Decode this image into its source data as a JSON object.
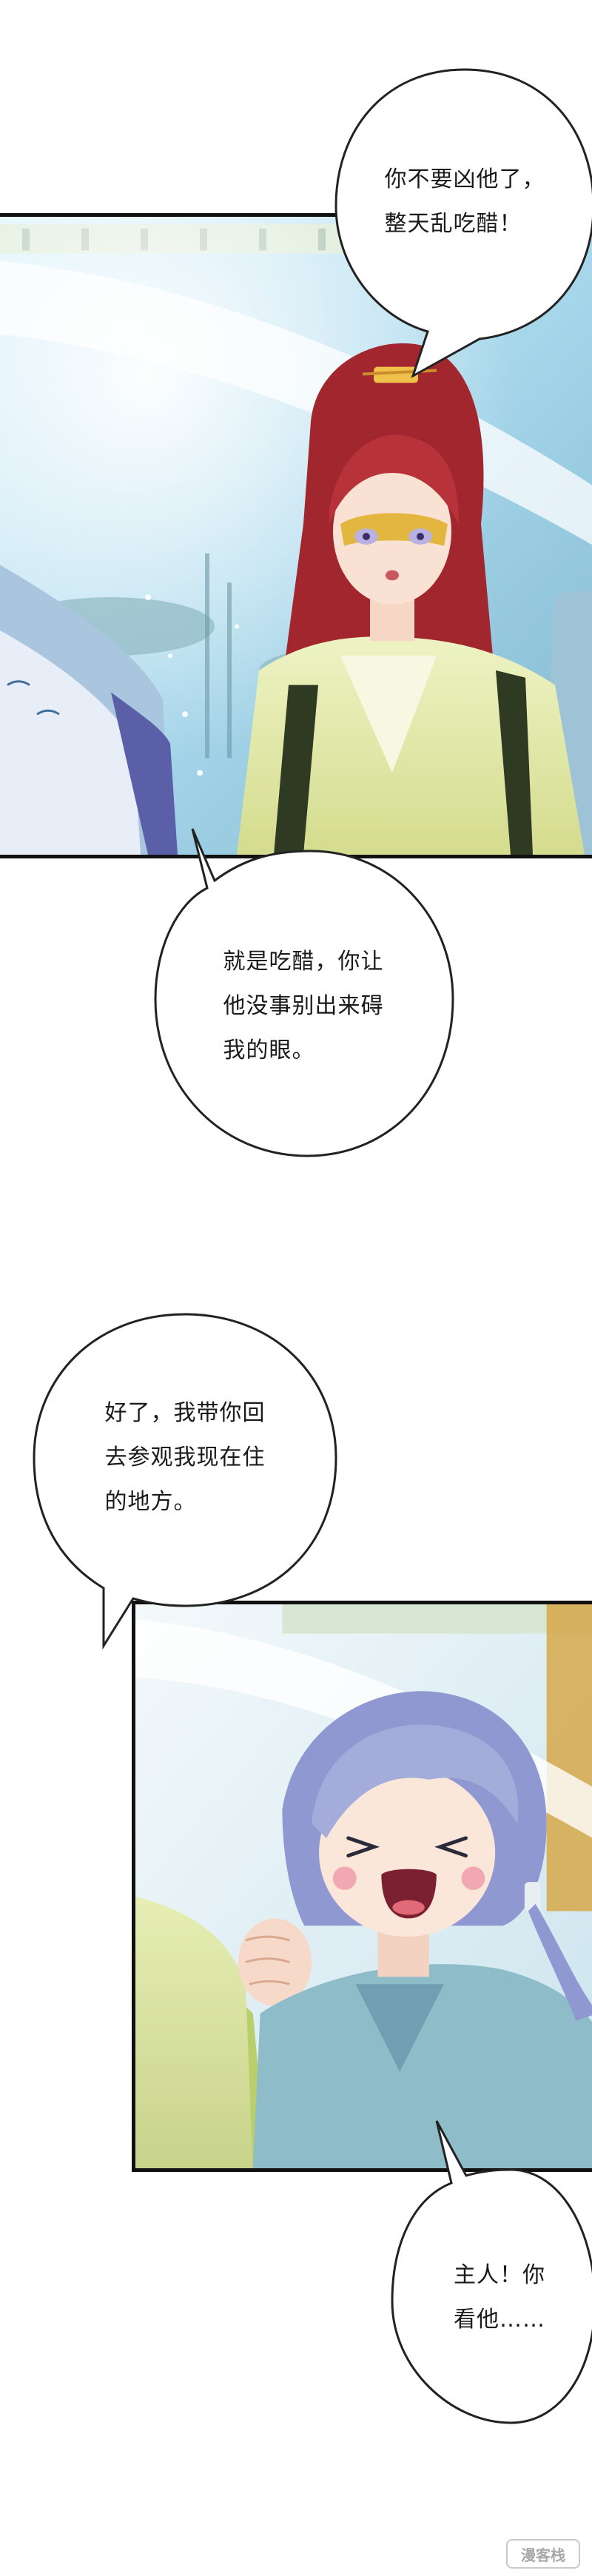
{
  "dialogue": [
    {
      "id": "bubble-1",
      "lines": "你不要凶他了，\n整天乱吃醋！"
    },
    {
      "id": "bubble-2",
      "lines": "就是吃醋，你让\n他没事别出来碍\n我的眼。"
    },
    {
      "id": "bubble-3",
      "lines": "好了，我带你回\n去参观我现在住\n的地方。"
    },
    {
      "id": "bubble-4",
      "lines": "主人！你\n看他……"
    }
  ],
  "watermark": "漫客栈",
  "colors": {
    "panel_border": "#111111",
    "sky": "#bfe3f3",
    "red_hair": "#b8323a",
    "robe_green": "#e4ecae",
    "lavender_hair": "#9aa4d8",
    "teal_robe": "#8fbcc9"
  }
}
